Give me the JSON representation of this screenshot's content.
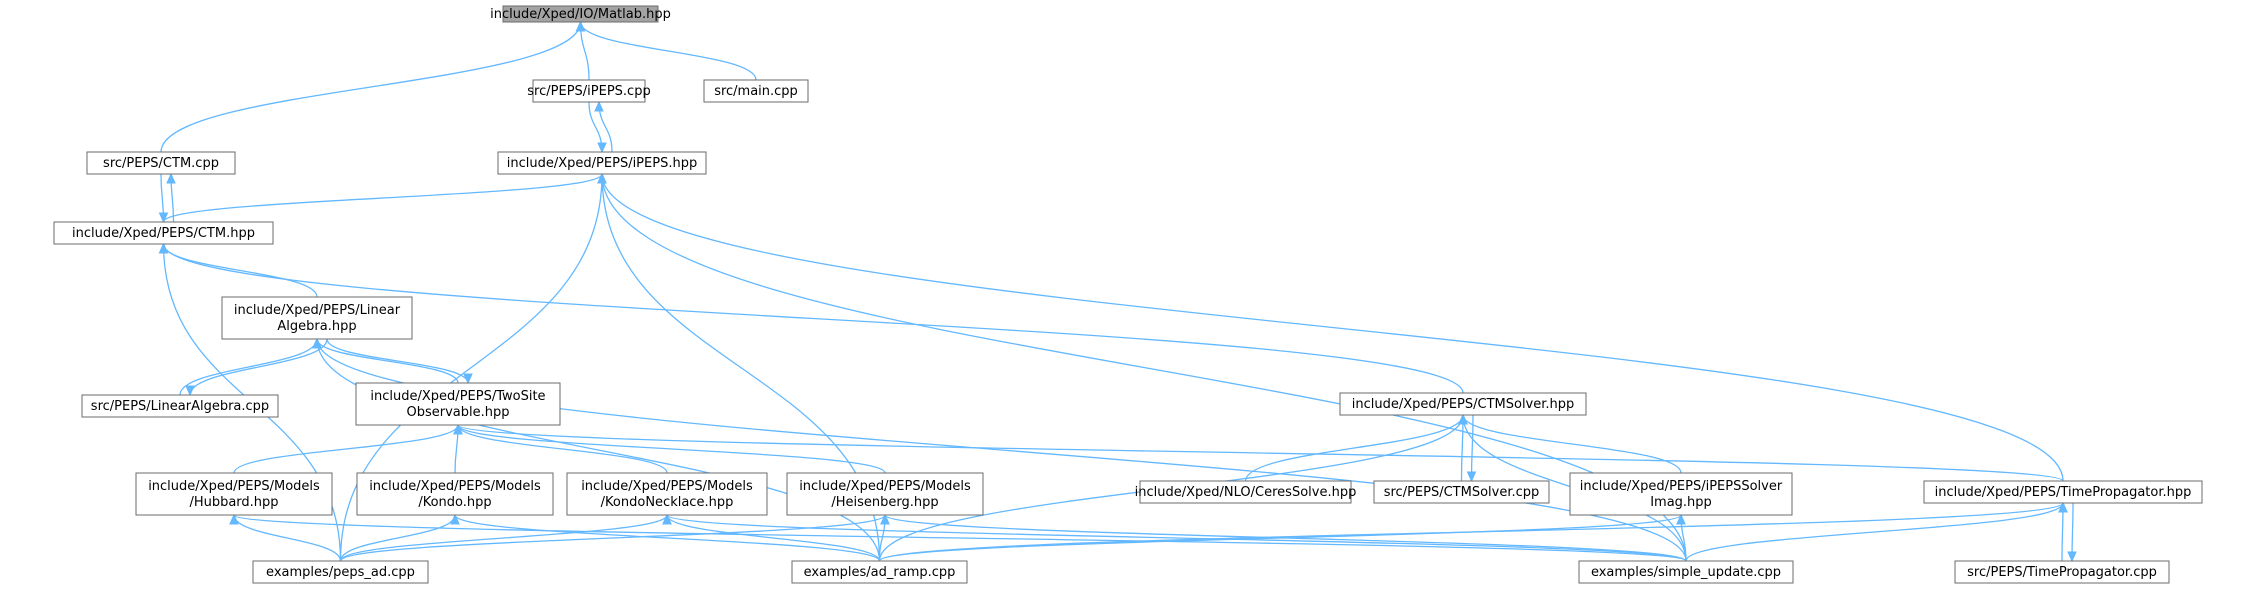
{
  "colors": {
    "edge": "#63b8ff",
    "node_border": "#6b6b6b",
    "root_fill": "#a3a3a3",
    "background": "#ffffff"
  },
  "nodes": [
    {
      "id": "matlab",
      "lines": [
        "include/Xped/IO/Matlab.hpp"
      ],
      "root": true
    },
    {
      "id": "ipeps_cpp",
      "lines": [
        "src/PEPS/iPEPS.cpp"
      ]
    },
    {
      "id": "main_cpp",
      "lines": [
        "src/main.cpp"
      ]
    },
    {
      "id": "ctm_cpp",
      "lines": [
        "src/PEPS/CTM.cpp"
      ]
    },
    {
      "id": "ipeps_hpp",
      "lines": [
        "include/Xped/PEPS/iPEPS.hpp"
      ]
    },
    {
      "id": "ctm_hpp",
      "lines": [
        "include/Xped/PEPS/CTM.hpp"
      ]
    },
    {
      "id": "linalg_hpp",
      "lines": [
        "include/Xped/PEPS/Linear",
        "Algebra.hpp"
      ]
    },
    {
      "id": "linalg_cpp",
      "lines": [
        "src/PEPS/LinearAlgebra.cpp"
      ]
    },
    {
      "id": "twosite_hpp",
      "lines": [
        "include/Xped/PEPS/TwoSite",
        "Observable.hpp"
      ]
    },
    {
      "id": "ctmsolver_hpp",
      "lines": [
        "include/Xped/PEPS/CTMSolver.hpp"
      ]
    },
    {
      "id": "hubbard_hpp",
      "lines": [
        "include/Xped/PEPS/Models",
        "/Hubbard.hpp"
      ]
    },
    {
      "id": "kondo_hpp",
      "lines": [
        "include/Xped/PEPS/Models",
        "/Kondo.hpp"
      ]
    },
    {
      "id": "kondoneck_hpp",
      "lines": [
        "include/Xped/PEPS/Models",
        "/KondoNecklace.hpp"
      ]
    },
    {
      "id": "heis_hpp",
      "lines": [
        "include/Xped/PEPS/Models",
        "/Heisenberg.hpp"
      ]
    },
    {
      "id": "ceres_hpp",
      "lines": [
        "include/Xped/NLO/CeresSolve.hpp"
      ]
    },
    {
      "id": "ctmsolver_cpp",
      "lines": [
        "src/PEPS/CTMSolver.cpp"
      ]
    },
    {
      "id": "ipepssolver_hpp",
      "lines": [
        "include/Xped/PEPS/iPEPSSolver",
        "Imag.hpp"
      ]
    },
    {
      "id": "timeprop_hpp",
      "lines": [
        "include/Xped/PEPS/TimePropagator.hpp"
      ]
    },
    {
      "id": "peps_ad",
      "lines": [
        "examples/peps_ad.cpp"
      ]
    },
    {
      "id": "ad_ramp",
      "lines": [
        "examples/ad_ramp.cpp"
      ]
    },
    {
      "id": "simple_update",
      "lines": [
        "examples/simple_update.cpp"
      ]
    },
    {
      "id": "timeprop_cpp",
      "lines": [
        "src/PEPS/TimePropagator.cpp"
      ]
    }
  ]
}
